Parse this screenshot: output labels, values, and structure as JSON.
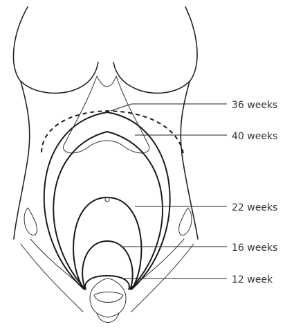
{
  "labels": [
    {
      "id": "w36",
      "text": "36 weeks"
    },
    {
      "id": "w40",
      "text": "40 weeks"
    },
    {
      "id": "w22",
      "text": "22 weeks"
    },
    {
      "id": "w16",
      "text": "16 weeks"
    },
    {
      "id": "w12",
      "text": "12 week"
    }
  ],
  "colors": {
    "line": "#222222",
    "text": "#333333",
    "background": "#ffffff"
  }
}
